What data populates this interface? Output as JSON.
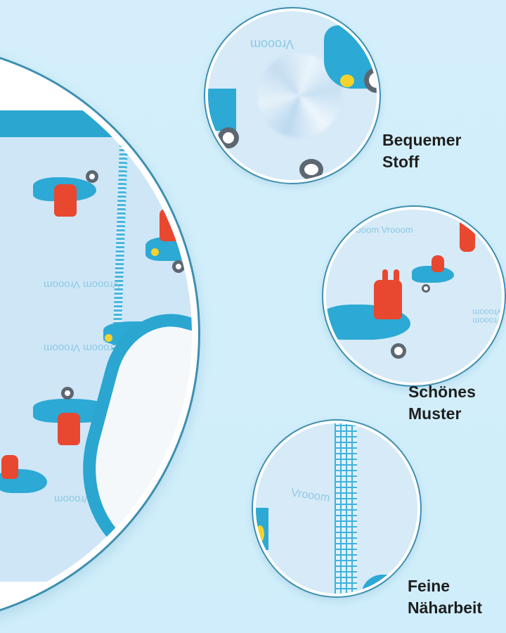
{
  "colors": {
    "background": "#d3eefa",
    "trim_blue": "#2aa6d0",
    "fabric_light_blue": "#cfe6f7",
    "bunny_red": "#e8482f",
    "wheel_gray": "#5d6770",
    "accent_yellow": "#f6d32b",
    "ring_outline": "#3d8fb0",
    "label_text": "#1f1f1f"
  },
  "main_image": {
    "subject": "children's training underwear with airplane and bunny print",
    "print_text": "Vrooom Vrooom"
  },
  "details": [
    {
      "id": "fabric",
      "title_line1": "Bequemer",
      "title_line2": "Stoff",
      "print_text": "Vrooom"
    },
    {
      "id": "pattern",
      "title_line1": "Schönes",
      "title_line2": "Muster",
      "print_text": "Vrooom Vrooom"
    },
    {
      "id": "stitching",
      "title_line1": "Feine",
      "title_line2": "Näharbeit",
      "print_text": "Vrooom"
    }
  ]
}
